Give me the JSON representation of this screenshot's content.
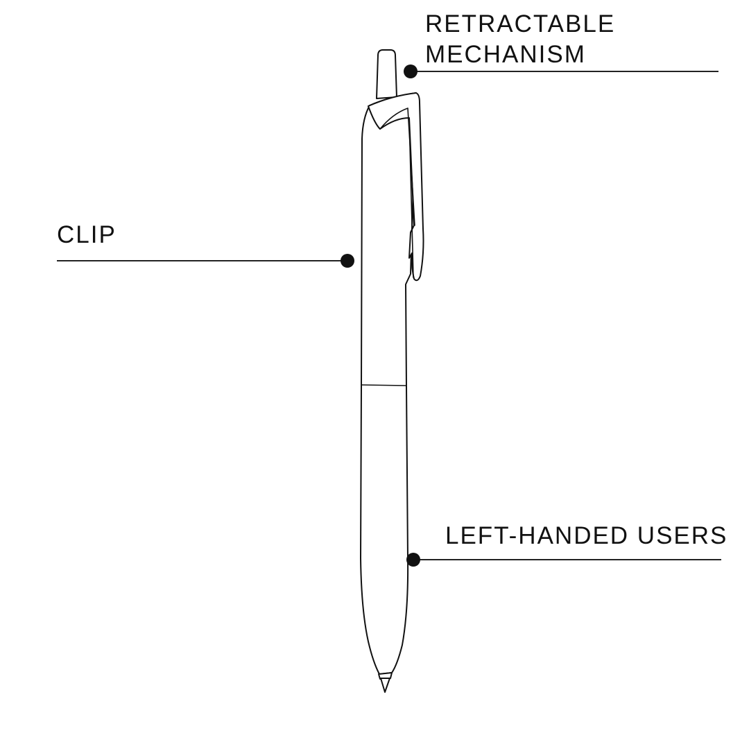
{
  "callouts": {
    "retractable": {
      "line1": "RETRACTABLE",
      "line2": "MECHANISM"
    },
    "clip": {
      "label": "CLIP"
    },
    "left_handed": {
      "label": "LEFT-HANDED USERS"
    }
  },
  "colors": {
    "background": "#ffffff",
    "ink": "#111111"
  },
  "icons": {
    "pen": "retractable-pen-line-drawing"
  }
}
